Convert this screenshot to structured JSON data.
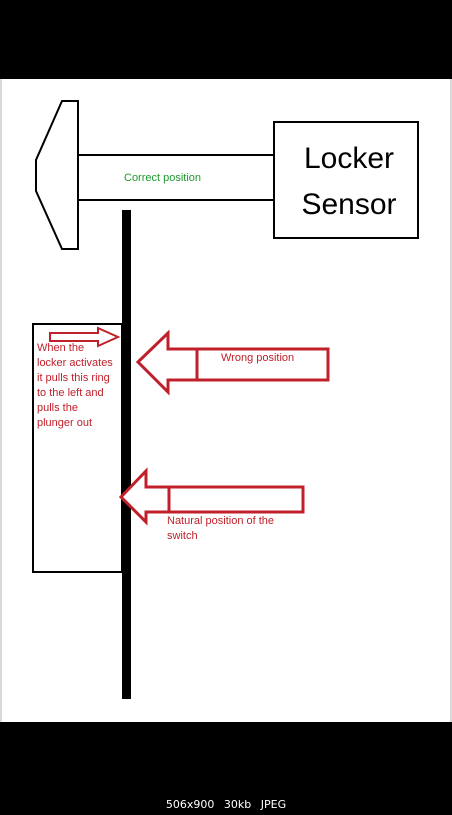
{
  "image_info": {
    "dimensions": "506x900",
    "size": "30kb",
    "format": "JPEG"
  },
  "diagram": {
    "sensor_line1": "Locker",
    "sensor_line2": "Sensor",
    "correct_label": "Correct position",
    "wrong_label": "Wrong position",
    "ring_note": [
      "When the",
      "locker activates",
      "it pulls this ring",
      "to the left and",
      "pulls the",
      "plunger out"
    ],
    "natural_label": [
      "Natural position of the",
      "switch"
    ]
  },
  "colors": {
    "canvas": "#ffffff",
    "outline": "#000000",
    "annotation": "#c0202a",
    "correct": "#1f9a2e",
    "viewer_background": "#000000"
  }
}
